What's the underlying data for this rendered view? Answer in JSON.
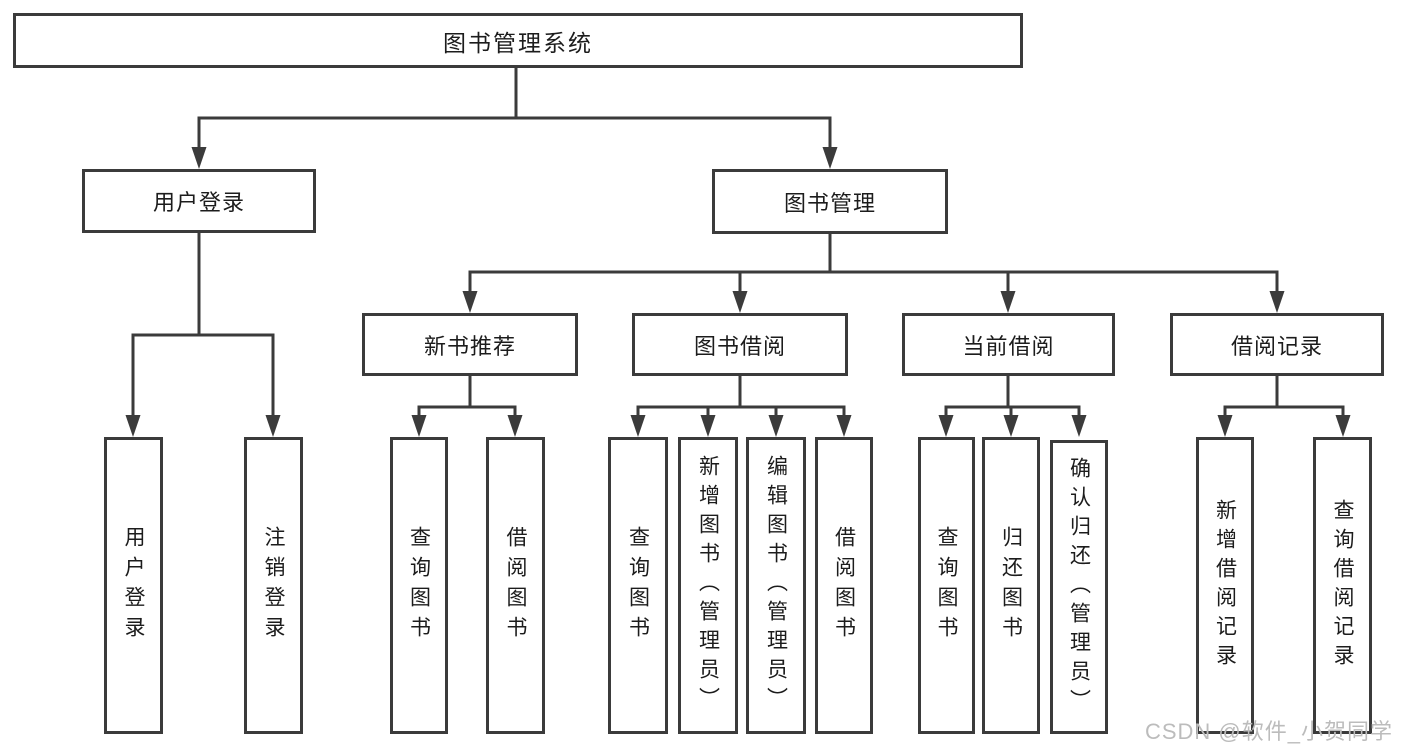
{
  "tree": {
    "root": "图书管理系统",
    "branches": [
      {
        "label": "用户登录",
        "leaves": [
          "用户登录",
          "注销登录"
        ]
      },
      {
        "label": "图书管理",
        "groups": [
          {
            "label": "新书推荐",
            "leaves": [
              "查询图书",
              "借阅图书"
            ]
          },
          {
            "label": "图书借阅",
            "leaves": [
              "查询图书",
              "新增图书（管理员）",
              "编辑图书（管理员）",
              "借阅图书"
            ]
          },
          {
            "label": "当前借阅",
            "leaves": [
              "查询图书",
              "归还图书",
              "确认归还（管理员）"
            ]
          },
          {
            "label": "借阅记录",
            "leaves": [
              "新增借阅记录",
              "查询借阅记录"
            ]
          }
        ]
      }
    ]
  },
  "watermark": "CSDN @软件_小贺同学",
  "colors": {
    "line": "#3b3b3b",
    "box_background": "#ffffff",
    "text": "#1c1c1c",
    "watermark": "#bcbcbc"
  }
}
